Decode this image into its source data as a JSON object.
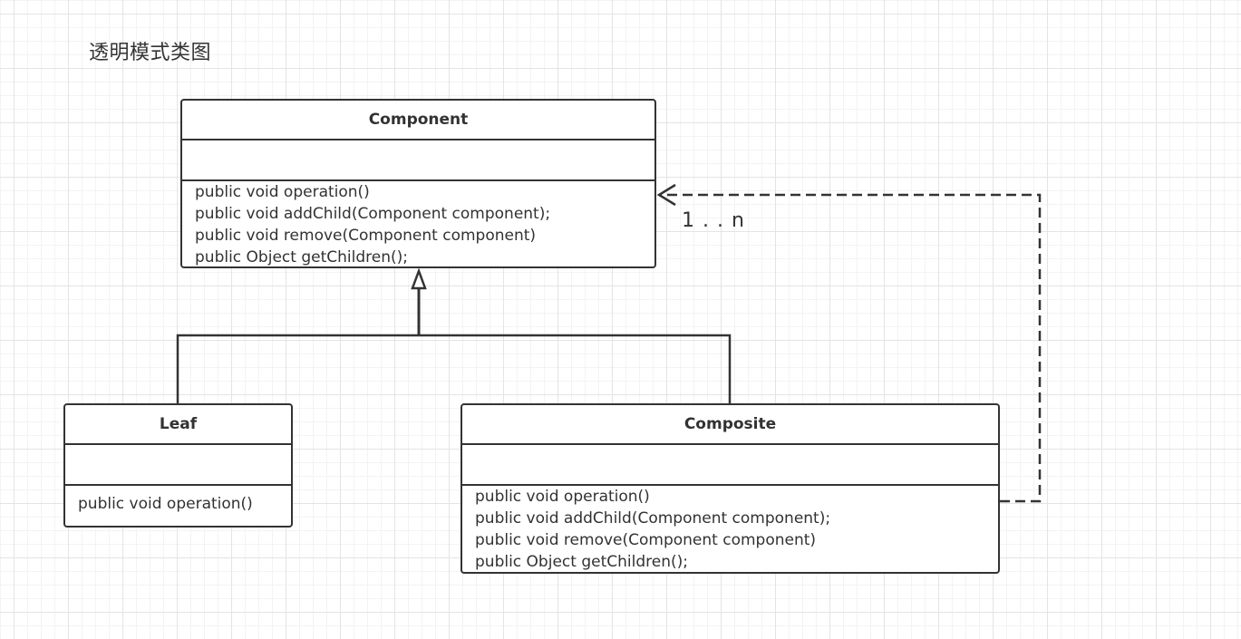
{
  "title": "透明模式类图",
  "classes": {
    "component": {
      "name": "Component",
      "methods": [
        "public void operation()",
        "public void addChild(Component component);",
        "public void remove(Component component)",
        "public Object getChildren();"
      ]
    },
    "leaf": {
      "name": "Leaf",
      "methods": [
        "public void operation()"
      ]
    },
    "composite": {
      "name": "Composite",
      "methods": [
        "public void operation()",
        "public void addChild(Component component);",
        "public void remove(Component component)",
        "public Object getChildren();"
      ]
    }
  },
  "association": {
    "multiplicity": "1 . . n"
  },
  "colors": {
    "line": "#333333",
    "grid": "#e4e4e4"
  }
}
